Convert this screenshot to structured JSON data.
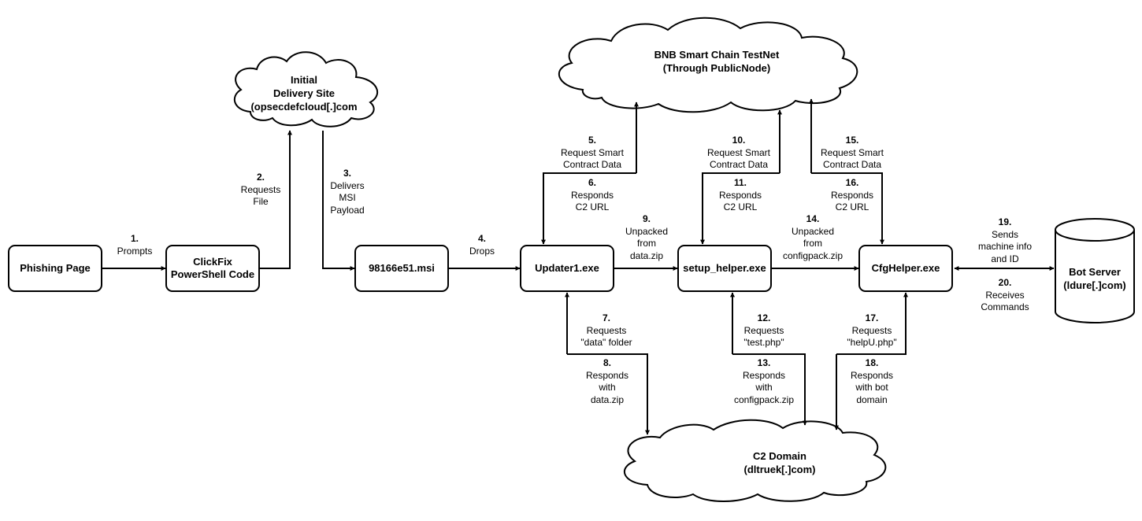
{
  "nodes": {
    "phishing": "Phishing Page",
    "clickfix": [
      "ClickFix",
      "PowerShell Code"
    ],
    "msi": "98166e51.msi",
    "updater": "Updater1.exe",
    "setup": "setup_helper.exe",
    "cfg": "CfgHelper.exe",
    "bot": [
      "Bot Server",
      "(ldure[.]com)"
    ]
  },
  "clouds": {
    "delivery": [
      "Initial",
      "Delivery Site",
      "(opsecdefcloud[.]com"
    ],
    "bnb": [
      "BNB Smart Chain TestNet",
      "(Through PublicNode)"
    ],
    "c2": [
      "C2 Domain",
      "(dltruek[.]com)"
    ]
  },
  "edges": [
    {
      "n": "1.",
      "t": [
        "Prompts"
      ]
    },
    {
      "n": "2.",
      "t": [
        "Requests",
        "File"
      ]
    },
    {
      "n": "3.",
      "t": [
        "Delivers",
        "MSI",
        "Payload"
      ]
    },
    {
      "n": "4.",
      "t": [
        "Drops"
      ]
    },
    {
      "n": "5.",
      "t": [
        "Request Smart",
        "Contract Data"
      ]
    },
    {
      "n": "6.",
      "t": [
        "Responds",
        "C2 URL"
      ]
    },
    {
      "n": "7.",
      "t": [
        "Requests",
        "\"data\" folder"
      ]
    },
    {
      "n": "8.",
      "t": [
        "Responds",
        "with",
        "data.zip"
      ]
    },
    {
      "n": "9.",
      "t": [
        "Unpacked",
        "from",
        "data.zip"
      ]
    },
    {
      "n": "10.",
      "t": [
        "Request Smart",
        "Contract Data"
      ]
    },
    {
      "n": "11.",
      "t": [
        "Responds",
        "C2 URL"
      ]
    },
    {
      "n": "12.",
      "t": [
        "Requests",
        "\"test.php\""
      ]
    },
    {
      "n": "13.",
      "t": [
        "Responds",
        "with",
        "configpack.zip"
      ]
    },
    {
      "n": "14.",
      "t": [
        "Unpacked",
        "from",
        "configpack.zip"
      ]
    },
    {
      "n": "15.",
      "t": [
        "Request Smart",
        "Contract Data"
      ]
    },
    {
      "n": "16.",
      "t": [
        "Responds",
        "C2 URL"
      ]
    },
    {
      "n": "17.",
      "t": [
        "Requests",
        "\"helpU.php\""
      ]
    },
    {
      "n": "18.",
      "t": [
        "Responds",
        "with bot",
        "domain"
      ]
    },
    {
      "n": "19.",
      "t": [
        "Sends",
        "machine info",
        "and ID"
      ]
    },
    {
      "n": "20.",
      "t": [
        "Receives",
        "Commands"
      ]
    }
  ]
}
